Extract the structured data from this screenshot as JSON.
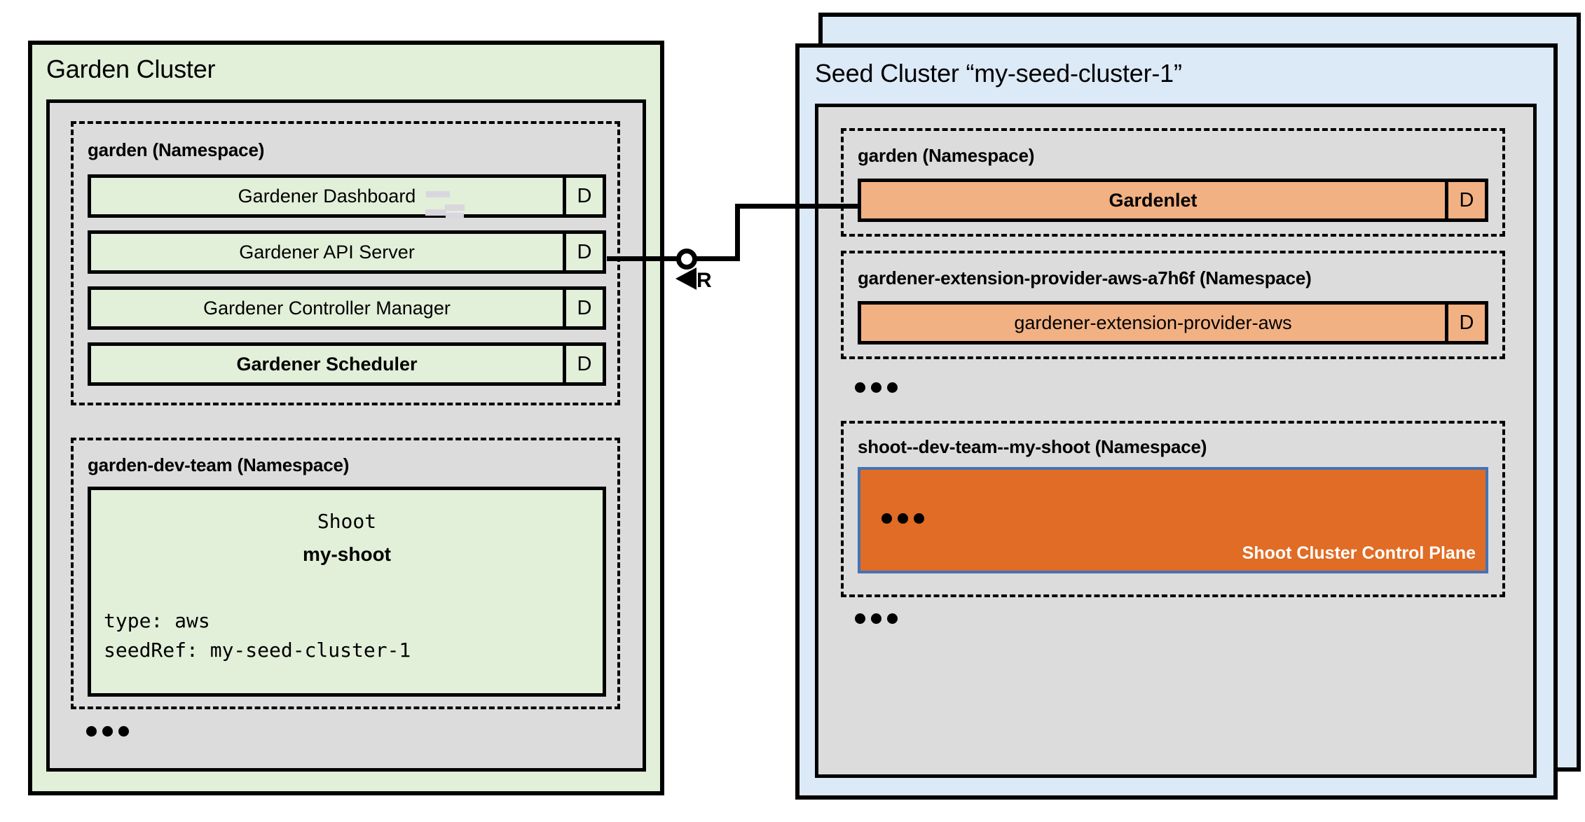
{
  "diagram": {
    "title_garden": "Garden Cluster",
    "title_seed": "Seed Cluster “my-seed-cluster-1”",
    "colors": {
      "garden_cluster_fill": "#E2EFD9",
      "seed_cluster_fill": "#DCE9F7",
      "kubernetes_area_fill": "#DCDCDC",
      "component_green": "#E2EFD9",
      "component_orange": "#F2B183",
      "control_plane_fill": "#E06C25",
      "control_plane_border": "#4573B5",
      "stroke": "#000000"
    }
  },
  "garden_cluster": {
    "label": "Garden Cluster",
    "namespaces": [
      {
        "name": "garden (Namespace)",
        "components": [
          {
            "label": "Gardener Dashboard",
            "kind": "D",
            "bold": false
          },
          {
            "label": "Gardener API Server",
            "kind": "D",
            "bold": false
          },
          {
            "label": "Gardener Controller Manager",
            "kind": "D",
            "bold": false
          },
          {
            "label": "Gardener Scheduler",
            "kind": "D",
            "bold": true
          }
        ]
      },
      {
        "name": "garden-dev-team (Namespace)",
        "shoot": {
          "kind": "Shoot",
          "name": "my-shoot",
          "spec_lines": [
            "type: aws",
            "seedRef: my-seed-cluster-1"
          ]
        }
      }
    ],
    "more_indicator": "..."
  },
  "seed_cluster": {
    "label": "Seed Cluster “my-seed-cluster-1”",
    "namespaces": [
      {
        "name": "garden (Namespace)",
        "components": [
          {
            "label": "Gardenlet",
            "kind": "D",
            "bold": true
          }
        ]
      },
      {
        "name": "gardener-extension-provider-aws-a7h6f (Namespace)",
        "components": [
          {
            "label": "gardener-extension-provider-aws",
            "kind": "D",
            "bold": false
          }
        ]
      },
      {
        "name": "shoot--dev-team--my-shoot (Namespace)",
        "control_plane": {
          "label": "Shoot Cluster Control Plane",
          "more_indicator": "..."
        }
      }
    ],
    "more_indicator_middle": "...",
    "more_indicator_bottom": "..."
  },
  "connector": {
    "from": "Gardener API Server",
    "to": "Gardenlet",
    "marker_label": "R",
    "socket_shape": "circle"
  }
}
